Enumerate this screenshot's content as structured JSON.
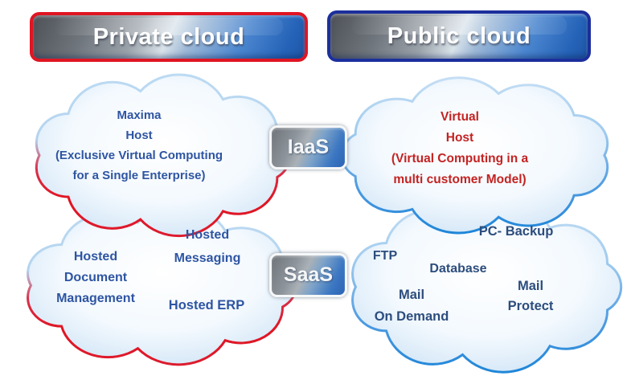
{
  "header": {
    "private_label": "Private cloud",
    "public_label": "Public cloud"
  },
  "badges": {
    "iaas": "IaaS",
    "saas": "SaaS"
  },
  "clouds": {
    "private_iaas": {
      "lines": [
        "Maxima",
        "Host",
        "(Exclusive Virtual Computing",
        "for a Single Enterprise)"
      ]
    },
    "public_iaas": {
      "lines": [
        "Virtual",
        "Host",
        "(Virtual Computing in a",
        "multi customer Model)"
      ]
    },
    "private_saas": {
      "doc_mgmt_lines": [
        "Hosted",
        "Document",
        "Management"
      ],
      "messaging_lines": [
        "Hosted",
        "Messaging"
      ],
      "erp": "Hosted ERP"
    },
    "public_saas": {
      "pc_backup": "PC- Backup",
      "ftp": "FTP",
      "database": "Database",
      "mail_on_demand_lines": [
        "Mail",
        "On Demand"
      ],
      "mail_protect_lines": [
        "Mail",
        "Protect"
      ]
    }
  },
  "colors": {
    "private_accent": "#e01522",
    "public_accent": "#1c2f9c",
    "private_cloud_outline": "#dd1c2e",
    "public_cloud_outline": "#1f86d8",
    "private_text": "#2e55a2",
    "public_iaas_text": "#c32322",
    "service_text": "#2c4d7d",
    "cloud_fill": "#cde2f6",
    "badge_text": "#ffffff"
  }
}
